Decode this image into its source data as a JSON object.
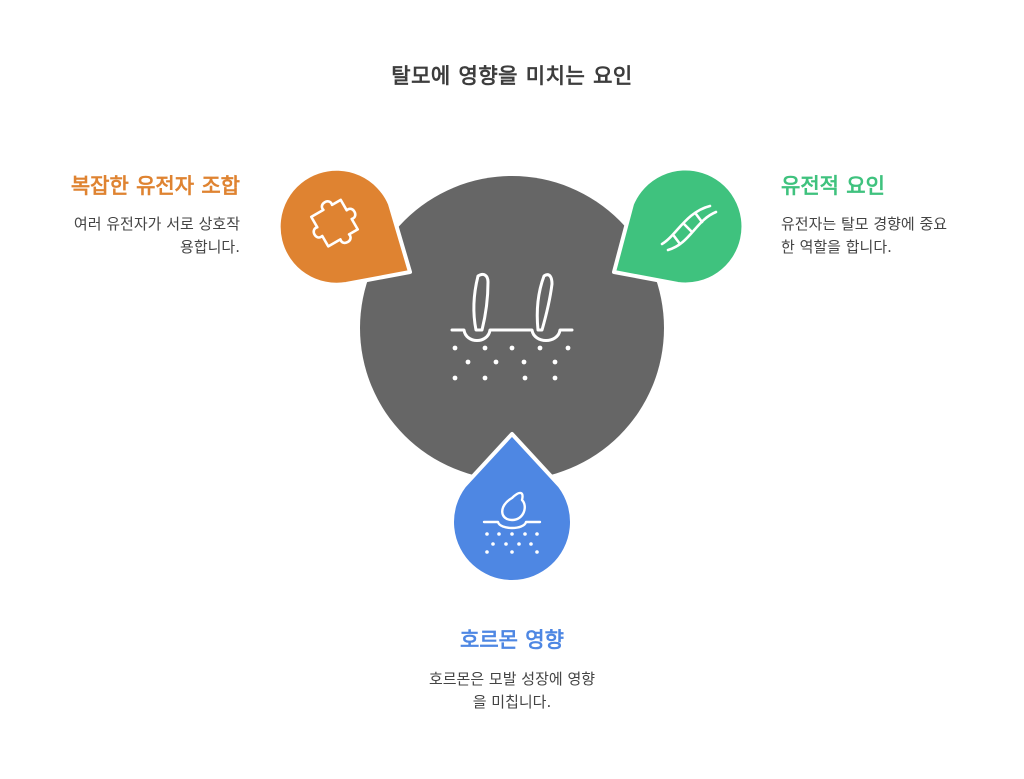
{
  "title": "탈모에 영향을 미치는 요인",
  "colors": {
    "center": "#666666",
    "orange": "#df8331",
    "green": "#3fc27e",
    "blue": "#4e87e3",
    "title_text": "#3d3d3d"
  },
  "factors": {
    "left": {
      "title": "복잡한 유전자 조합",
      "desc_line1": "여러 유전자가 서로 상호작",
      "desc_line2": "용합니다.",
      "icon": "puzzle-icon"
    },
    "right": {
      "title": "유전적 요인",
      "desc_line1": "유전자는 탈모 경향에 중요",
      "desc_line2": "한 역할을 합니다.",
      "icon": "dna-icon"
    },
    "bottom": {
      "title": "호르몬 영향",
      "desc_line1": "호르몬은 모발 성장에 영향",
      "desc_line2": "을 미칩니다.",
      "icon": "hair-follicle-drop-icon"
    }
  },
  "center_icon": "hair-scalp-icon"
}
